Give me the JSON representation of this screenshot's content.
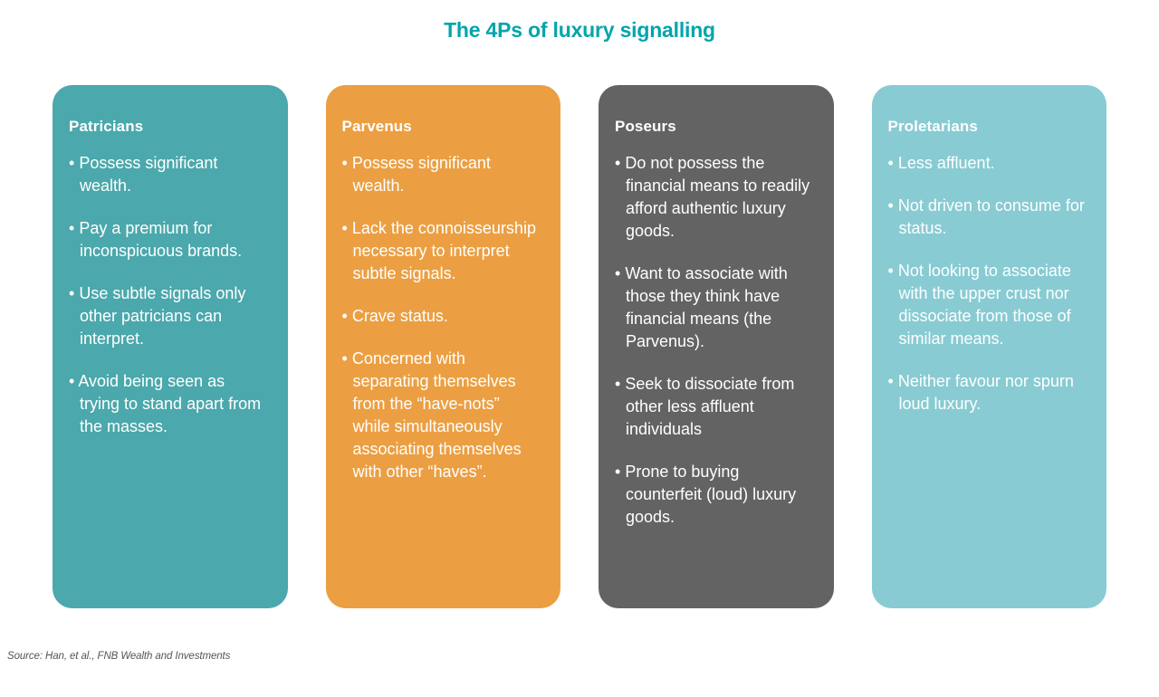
{
  "title": "The 4Ps of luxury signalling",
  "title_color": "#00a5ab",
  "background_color": "#ffffff",
  "source": "Source: Han, et al., FNB Wealth and Investments",
  "bullet_glyph": "•",
  "cards": [
    {
      "heading": "Patricians",
      "color": "#4ba8ac",
      "text_color": "#ffffff",
      "bullets": [
        "Possess significant wealth.",
        "Pay a premium for inconspicuous brands.",
        "Use subtle signals only other patricians can interpret.",
        "Avoid being seen as trying to stand apart from the masses."
      ]
    },
    {
      "heading": "Parvenus",
      "color": "#eb9f42",
      "text_color": "#ffffff",
      "bullets": [
        "Possess significant wealth.",
        "Lack the connoisseurship necessary to interpret subtle signals.",
        "Crave status.",
        "Concerned with separating themselves from the “have-nots” while simultaneously associating themselves with other “haves”."
      ]
    },
    {
      "heading": "Poseurs",
      "color": "#636363",
      "text_color": "#ffffff",
      "bullets": [
        "Do not possess the financial means to readily afford authentic luxury goods.",
        "Want to associate with those they think have financial means (the Parvenus).",
        "Seek to dissociate from other less affluent individuals",
        "Prone to buying counterfeit (loud) luxury goods."
      ]
    },
    {
      "heading": "Proletarians",
      "color": "#88cbd3",
      "text_color": "#ffffff",
      "bullets": [
        "Less affluent.",
        "Not driven to consume for status.",
        "Not looking to associate with the upper crust nor dissociate from those of similar means.",
        "Neither favour nor spurn loud luxury."
      ]
    }
  ]
}
